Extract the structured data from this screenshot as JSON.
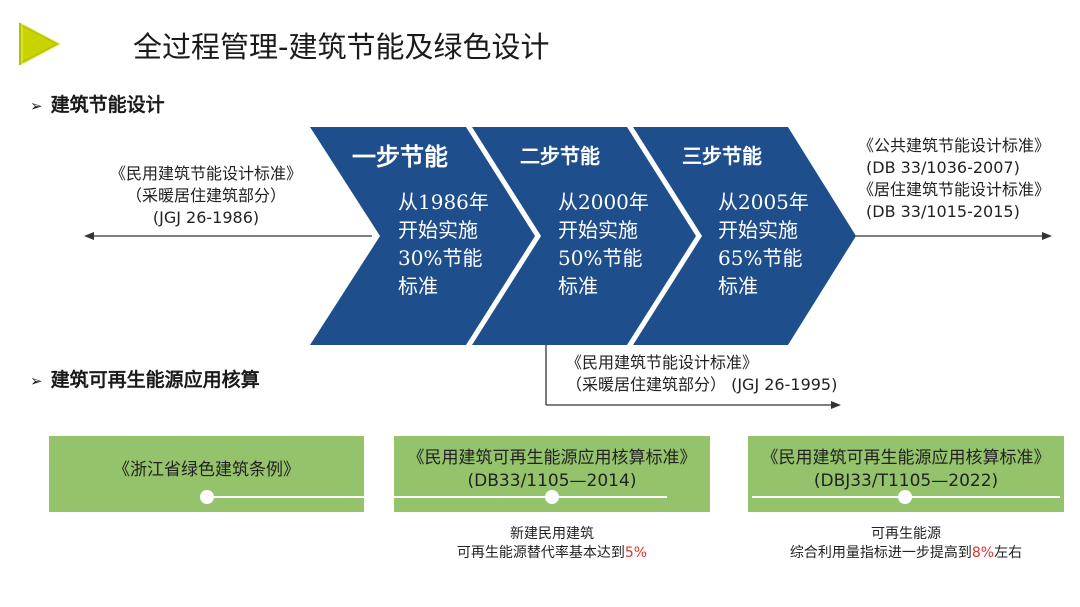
{
  "slide": {
    "title": "全过程管理-建筑节能及绿色设计"
  },
  "section1": {
    "heading": "建筑节能设计",
    "left_ref": [
      "《民用建筑节能设计标准》",
      "（采暖居住建筑部分）",
      "(JGJ 26-1986)"
    ],
    "steps": [
      {
        "title": "一步节能",
        "lines": [
          "从1986年",
          "开始实施",
          "30%节能",
          "标准"
        ]
      },
      {
        "title": "二步节能",
        "lines": [
          "从2000年",
          "开始实施",
          "50%节能",
          "标准"
        ]
      },
      {
        "title": "三步节能",
        "lines": [
          "从2005年",
          "开始实施",
          "65%节能",
          "标准"
        ]
      }
    ],
    "right_ref": [
      "《公共建筑节能设计标准》",
      "(DB 33/1036-2007)",
      "《居住建筑节能设计标准》",
      "(DB 33/1015-2015)"
    ],
    "bottom_ref": [
      "《民用建筑节能设计标准》",
      "（采暖居住建筑部分）   (JGJ 26-1995)"
    ]
  },
  "section2": {
    "heading": "建筑可再生能源应用核算",
    "boxes": [
      {
        "lines": [
          "《浙江省绿色建筑条例》"
        ]
      },
      {
        "lines": [
          "《民用建筑可再生能源应用核算标准》",
          "(DB33/1105—2014)"
        ]
      },
      {
        "lines": [
          "《民用建筑可再生能源应用核算标准》",
          "(DBJ33/T1105—2022)"
        ]
      }
    ],
    "notes": [
      {
        "line1": "新建民用建筑",
        "line2_prefix": "可再生能源替代率基本达到",
        "highlight": "5%",
        "line2_suffix": ""
      },
      {
        "line1": "可再生能源",
        "line2_prefix": "综合利用量指标进一步提高到",
        "highlight": "8%",
        "line2_suffix": "左右"
      }
    ]
  },
  "colors": {
    "chevron": "#1f4e8c",
    "green_box": "#95c36b",
    "logo_triangle": "#c8d400",
    "highlight": "#e0312d"
  }
}
